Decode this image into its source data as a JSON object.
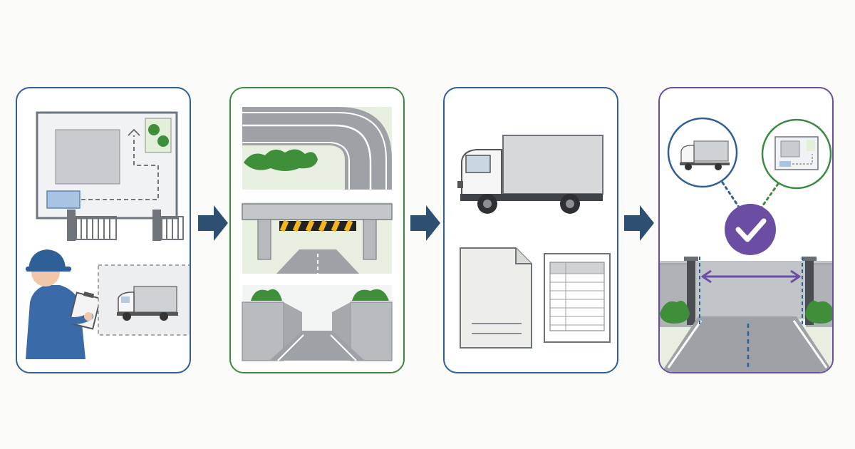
{
  "diagram": {
    "steps": [
      {
        "id": "site-survey",
        "accent": "#2f5f97",
        "icons": [
          "site-plan-icon",
          "gate-icon",
          "inspector-with-clipboard-icon",
          "truck-icon"
        ]
      },
      {
        "id": "route-check",
        "accent": "#3c8a3f",
        "icons": [
          "curved-road-icon",
          "height-restriction-bridge-icon",
          "narrow-road-icon"
        ]
      },
      {
        "id": "vehicle-selection",
        "accent": "#2f5f97",
        "icons": [
          "box-truck-icon",
          "document-icon",
          "spreadsheet-icon"
        ]
      },
      {
        "id": "clearance-verified",
        "accent": "#6b4ea3",
        "icons": [
          "truck-icon",
          "site-plan-icon",
          "checkmark-icon",
          "gate-width-measurement-icon"
        ]
      }
    ],
    "arrow_color": "#2f4f72",
    "colors": {
      "primary_blue": "#2f5f97",
      "green": "#3c8a3f",
      "purple": "#6b4ea3",
      "navy": "#2f4f72",
      "road_gray": "#9ea2a6",
      "foliage": "#3f8f3a"
    }
  }
}
